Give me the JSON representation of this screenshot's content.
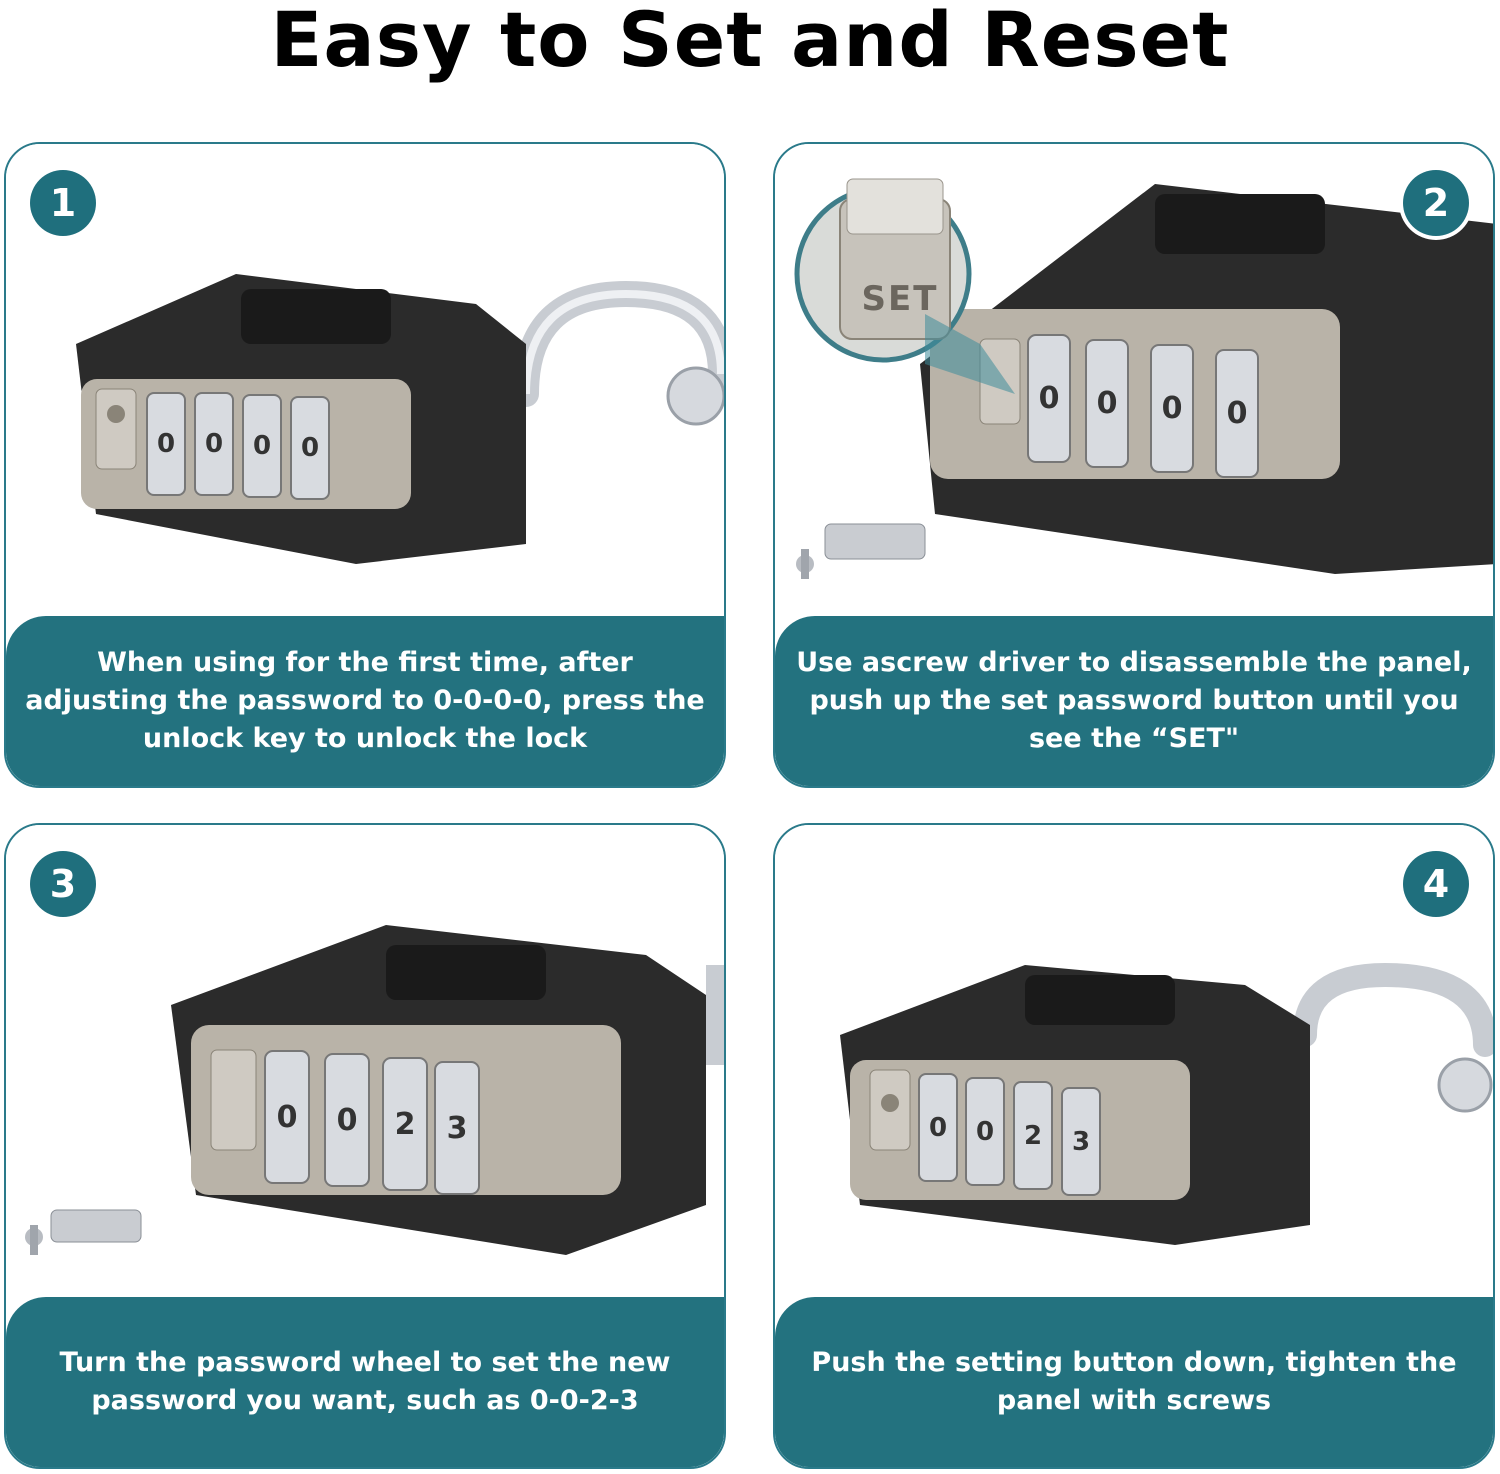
{
  "title": "Easy to Set and Reset",
  "steps": [
    {
      "number": "1",
      "caption": "When using for the first time, after adjusting the password to 0-0-0-0, press the unlock key to unlock the lock",
      "dials": [
        "0",
        "0",
        "0",
        "0"
      ]
    },
    {
      "number": "2",
      "caption": "Use ascrew driver to disassemble the panel, push up the set password button until you see the “SET\"",
      "dials": [
        "0",
        "0",
        "0",
        "0"
      ],
      "zoom_label": "SET"
    },
    {
      "number": "3",
      "caption": "Turn the password wheel to set the new password you want, such as 0-0-2-3",
      "dials": [
        "0",
        "0",
        "2",
        "3"
      ]
    },
    {
      "number": "4",
      "caption": "Push the setting button down, tighten the panel with screws",
      "dials": [
        "0",
        "0",
        "2",
        "3"
      ]
    }
  ],
  "colors": {
    "teal": "#23727f",
    "badge": "#1f6f7d",
    "lock_body": "#2b2b2b",
    "panel": "#b9b3a8"
  }
}
